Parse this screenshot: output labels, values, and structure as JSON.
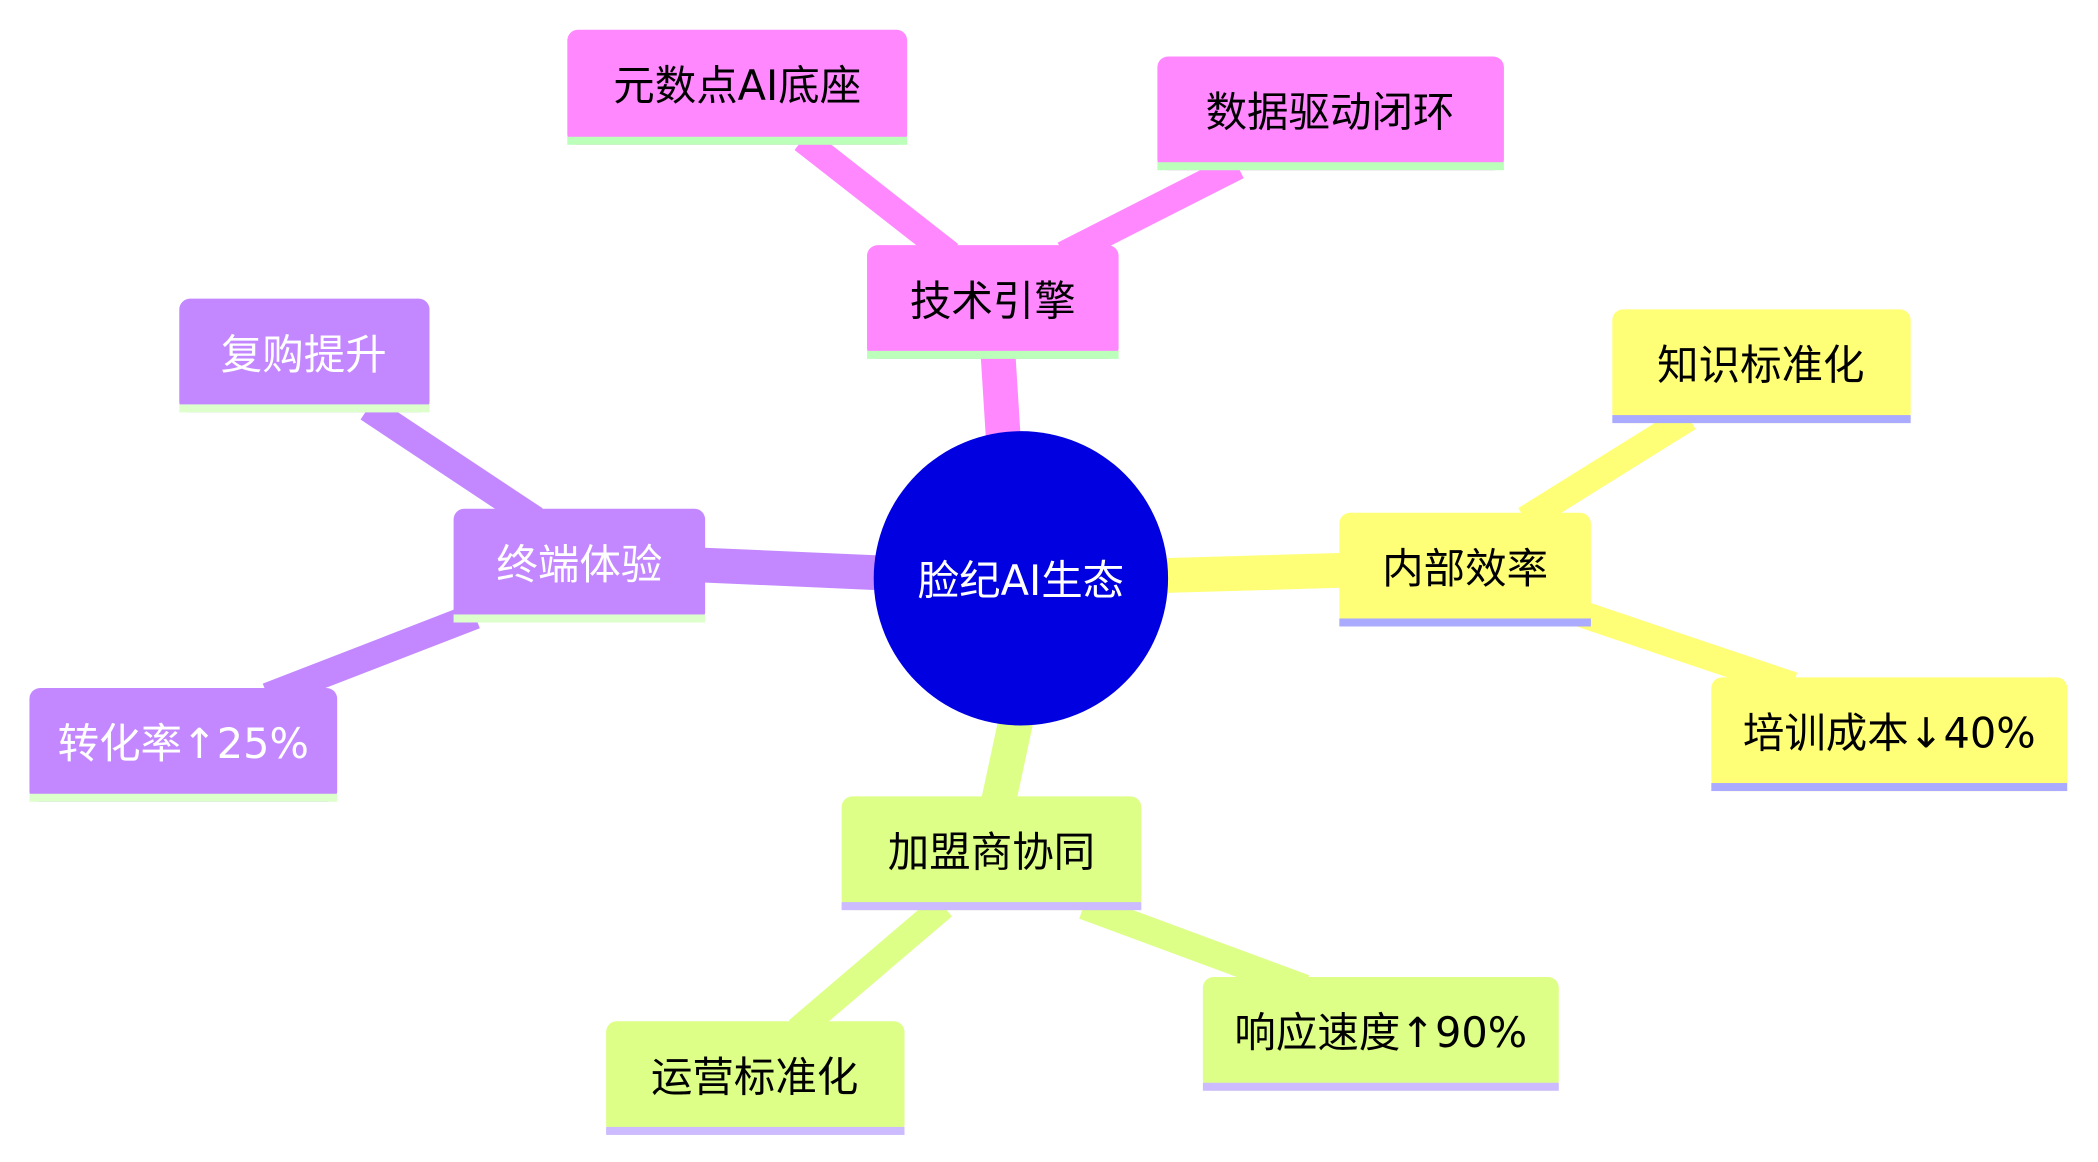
{
  "root": {
    "label": "脸纪AI生态",
    "color": "#0000e0"
  },
  "colors": {
    "pink": "#ff88ff",
    "yellow": "#ffff77",
    "green": "#ddff88",
    "purple": "#c388ff"
  },
  "branches": [
    {
      "label": "技术引擎",
      "children": [
        "元数点AI底座",
        "数据驱动闭环"
      ]
    },
    {
      "label": "内部效率",
      "children": [
        "知识标准化",
        "培训成本↓40%"
      ]
    },
    {
      "label": "加盟商协同",
      "children": [
        "运营标准化",
        "响应速度↑90%"
      ]
    },
    {
      "label": "终端体验",
      "children": [
        "复购提升",
        "转化率↑25%"
      ]
    }
  ]
}
